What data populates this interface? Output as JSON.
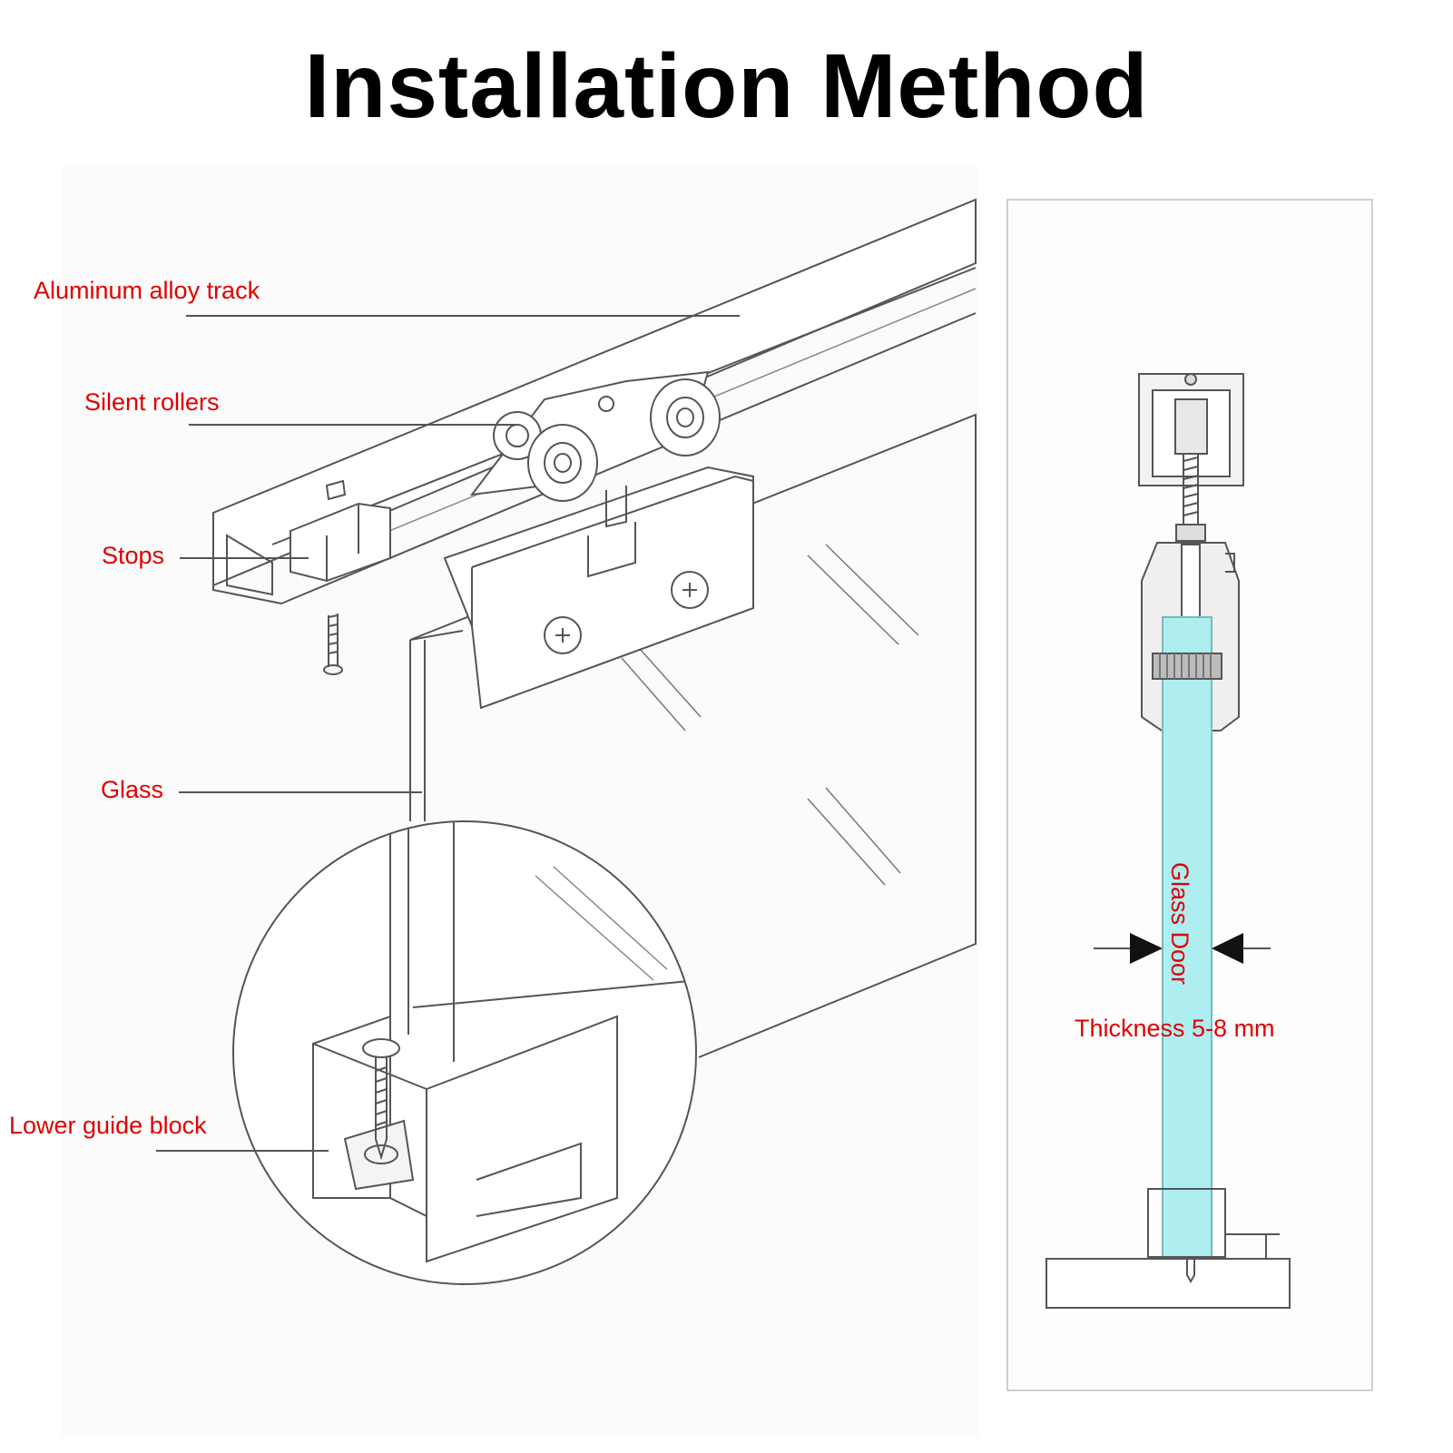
{
  "title": "Installation Method",
  "labels": {
    "track": "Aluminum alloy track",
    "rollers": "Silent rollers",
    "stops": "Stops",
    "glass": "Glass",
    "guide": "Lower guide block"
  },
  "side_view": {
    "door_label": "Glass Door",
    "thickness_label": "Thickness 5-8 mm"
  },
  "colors": {
    "label_red": "#e00000",
    "glass_cyan": "#aeeef0",
    "line_gray": "#555555"
  }
}
